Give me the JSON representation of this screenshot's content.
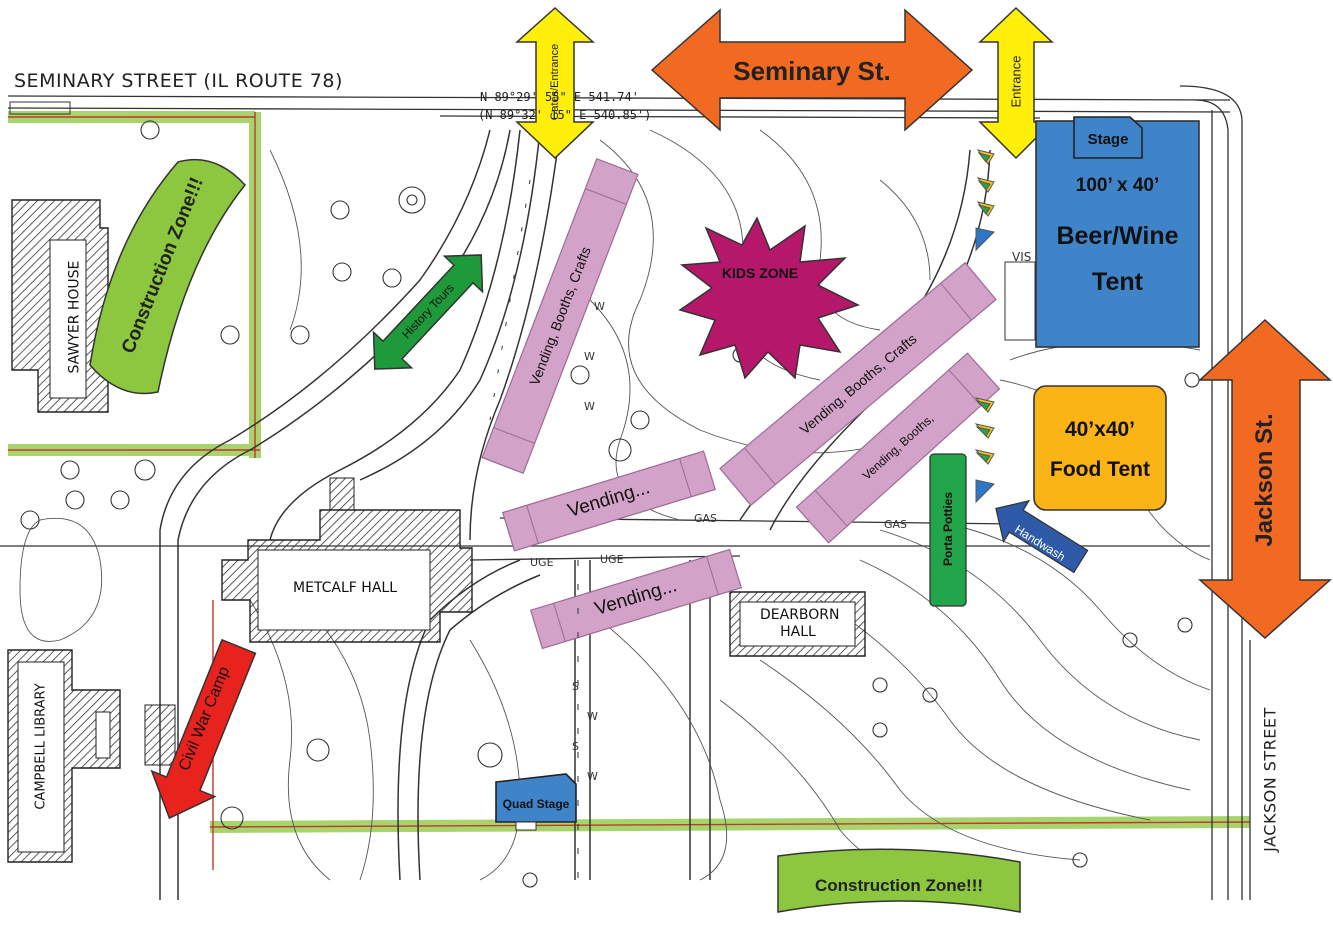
{
  "streets": {
    "seminary_street": "SEMINARY STREET (IL ROUTE 78)",
    "jackson_street": "JACKSON STREET"
  },
  "survey_lines": [
    "N 89°29' 55\" E 541.74'",
    "(N 89°32' 15\" E 540.85')"
  ],
  "buildings": {
    "sawyer_house": "SAWYER HOUSE",
    "metcalf_hall": "METCALF HALL",
    "dearborn_hall": "DEARBORN HALL",
    "campbell_library": "CAMPBELL LIBRARY",
    "vis": "VIS"
  },
  "utility_labels": {
    "gas": "GAS",
    "uge": "UGE",
    "w": "W",
    "s": "S"
  },
  "arrows": {
    "seminary_st": "Seminary St.",
    "jackson_st": "Jackson St.",
    "gates_entrance": "Gates/Entrance",
    "entrance": "Entrance",
    "history_tours": "History Tours",
    "civil_war_camp": "Civil War Camp",
    "handwash": "Handwash"
  },
  "zones": {
    "construction_left": "Construction Zone!!!",
    "construction_bottom": "Construction Zone!!!",
    "kids_zone": "KIDS ZONE"
  },
  "vending": {
    "left_long": "Vending, Booths, Crafts",
    "right_long": "Vending, Booths, Crafts",
    "right_short": "Vending, Booths,",
    "middle_1": "Vending...",
    "middle_2": "Vending..."
  },
  "tents": {
    "stage": "Stage",
    "beer_dims": "100’ x 40’",
    "beer_name_1": "Beer/Wine",
    "beer_name_2": "Tent",
    "food_dims": "40’x40’",
    "food_name": "Food Tent",
    "quad_stage": "Quad Stage",
    "porta_potties": "Porta Potties"
  },
  "colors": {
    "orange": "#f26a21",
    "yellow": "#ffef0a",
    "green_arrow": "#1f9a3b",
    "red_arrow": "#e8221c",
    "blue_tent": "#3f84c9",
    "food_tent": "#fbb416",
    "vending_pink": "#d3a2c8",
    "kids_magenta": "#b5176a",
    "construction_green": "#8dc63f",
    "highlight_green": "#99cc55",
    "porta_green": "#21a44a",
    "handwash_blue": "#2e5aa8"
  }
}
